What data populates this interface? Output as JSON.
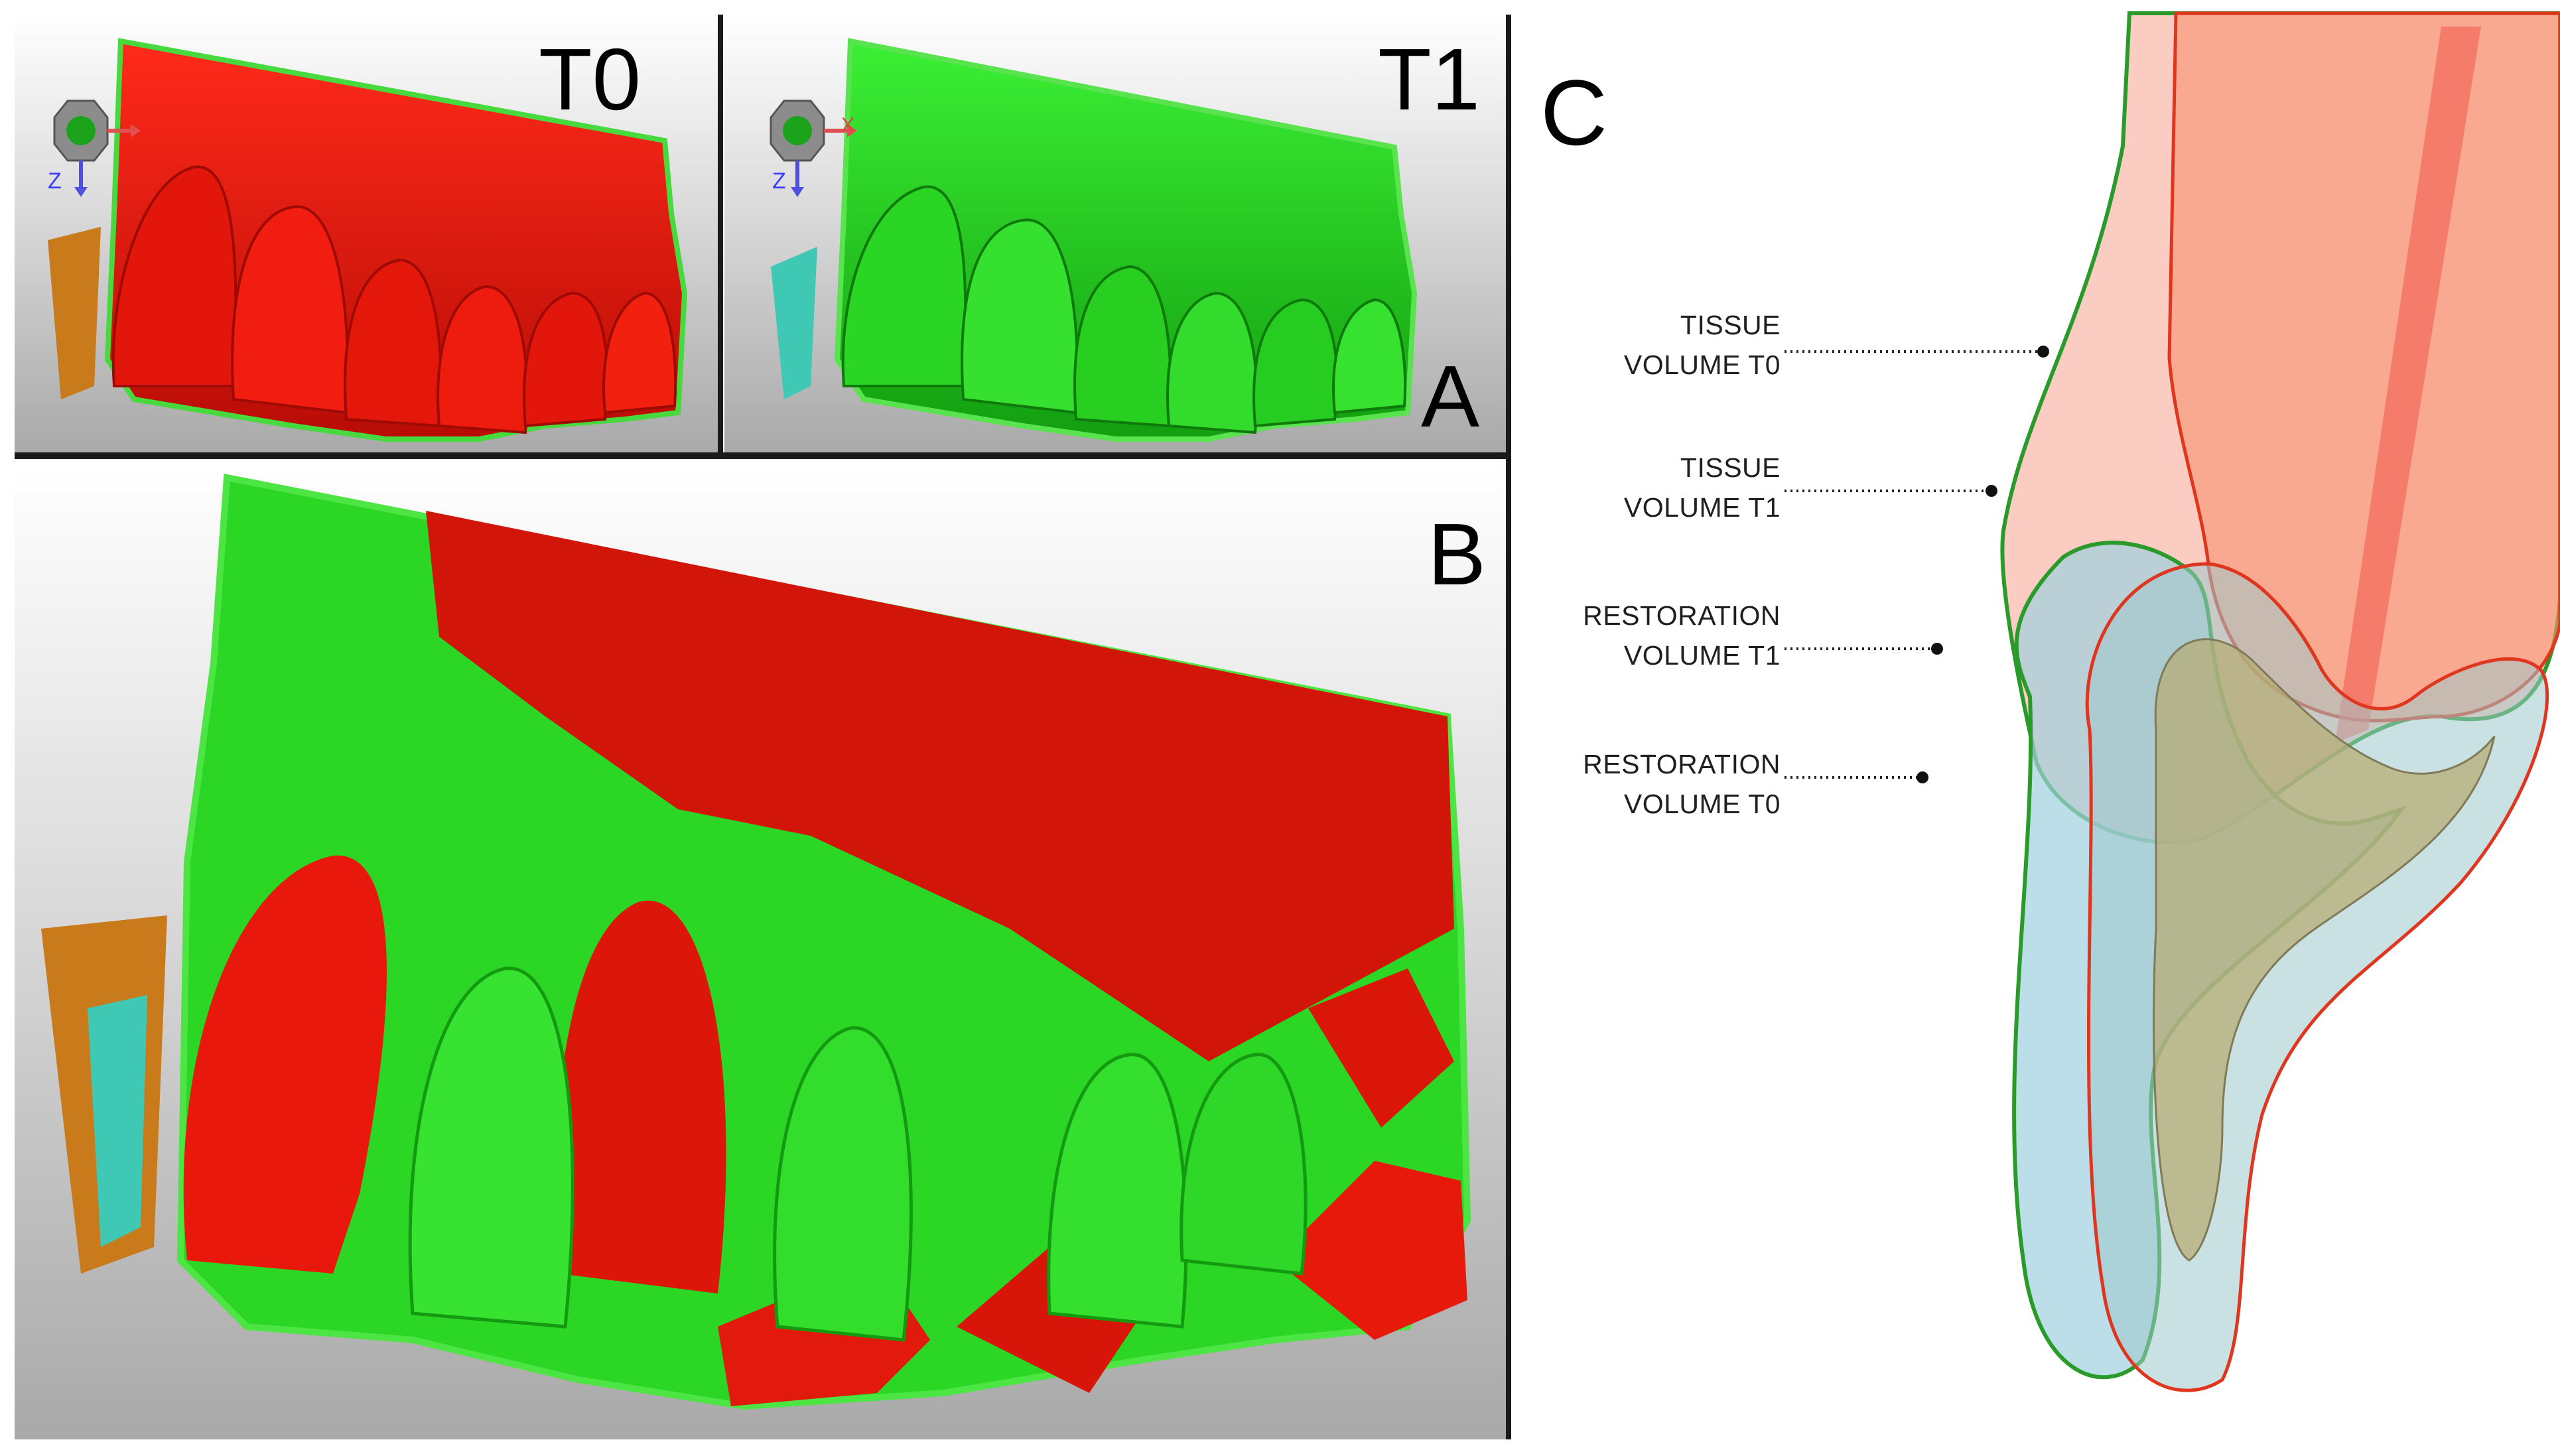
{
  "figure": {
    "panel_a": {
      "left_view_label": "T0",
      "right_view_label": "T1",
      "panel_letter": "A",
      "axis_x_label": "X",
      "axis_z_label": "Z"
    },
    "panel_b": {
      "panel_letter": "B"
    },
    "panel_c": {
      "panel_letter": "C",
      "callouts": [
        {
          "line1": "TISSUE",
          "line2": "VOLUME T0"
        },
        {
          "line1": "TISSUE",
          "line2": "VOLUME T1"
        },
        {
          "line1": "RESTORATION",
          "line2": "VOLUME T1"
        },
        {
          "line1": "RESTORATION",
          "line2": "VOLUME T0"
        }
      ]
    },
    "colors": {
      "t0_red": "#e81a0e",
      "t1_green": "#22c81c",
      "tissue_fill": "#f7a38f",
      "restoration_fill": "#9fd0de",
      "outline_green": "#2a9a2a",
      "outline_red": "#e0351e"
    }
  }
}
